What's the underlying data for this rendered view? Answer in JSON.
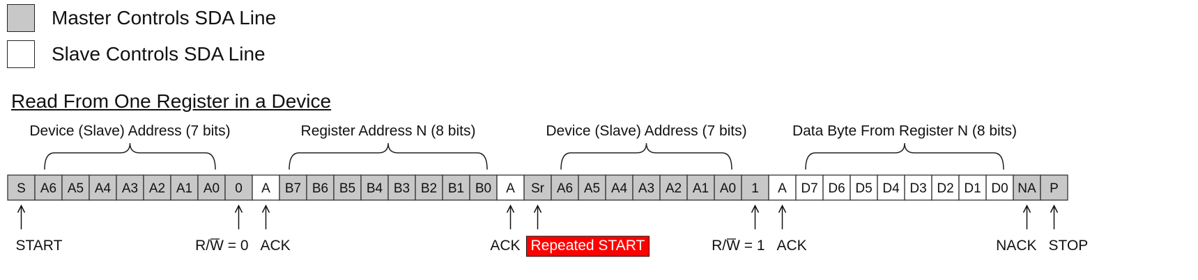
{
  "legend": [
    {
      "label": "Master Controls SDA Line",
      "fill": "#c8c8c8"
    },
    {
      "label": "Slave Controls SDA Line",
      "fill": "#ffffff"
    }
  ],
  "title": "Read From One Register in a Device",
  "colors": {
    "master": "#c8c8c8",
    "slave": "#ffffff",
    "stroke": "#333333",
    "highlight": "#ff0000"
  },
  "cells": [
    {
      "text": "S",
      "m": true
    },
    {
      "text": "A6",
      "m": true
    },
    {
      "text": "A5",
      "m": true
    },
    {
      "text": "A4",
      "m": true
    },
    {
      "text": "A3",
      "m": true
    },
    {
      "text": "A2",
      "m": true
    },
    {
      "text": "A1",
      "m": true
    },
    {
      "text": "A0",
      "m": true
    },
    {
      "text": "0",
      "m": true
    },
    {
      "text": "A",
      "m": false
    },
    {
      "text": "B7",
      "m": true
    },
    {
      "text": "B6",
      "m": true
    },
    {
      "text": "B5",
      "m": true
    },
    {
      "text": "B4",
      "m": true
    },
    {
      "text": "B3",
      "m": true
    },
    {
      "text": "B2",
      "m": true
    },
    {
      "text": "B1",
      "m": true
    },
    {
      "text": "B0",
      "m": true
    },
    {
      "text": "A",
      "m": false
    },
    {
      "text": "Sr",
      "m": true
    },
    {
      "text": "A6",
      "m": true
    },
    {
      "text": "A5",
      "m": true
    },
    {
      "text": "A4",
      "m": true
    },
    {
      "text": "A3",
      "m": true
    },
    {
      "text": "A2",
      "m": true
    },
    {
      "text": "A1",
      "m": true
    },
    {
      "text": "A0",
      "m": true
    },
    {
      "text": "1",
      "m": true
    },
    {
      "text": "A",
      "m": false
    },
    {
      "text": "D7",
      "m": false
    },
    {
      "text": "D6",
      "m": false
    },
    {
      "text": "D5",
      "m": false
    },
    {
      "text": "D4",
      "m": false
    },
    {
      "text": "D3",
      "m": false
    },
    {
      "text": "D2",
      "m": false
    },
    {
      "text": "D1",
      "m": false
    },
    {
      "text": "D0",
      "m": false
    },
    {
      "text": "NA",
      "m": true
    },
    {
      "text": "P",
      "m": true
    }
  ],
  "braces": [
    {
      "label": "Device (Slave) Address (7 bits)",
      "from": 1,
      "to": 7
    },
    {
      "label": "Register Address N (8 bits)",
      "from": 10,
      "to": 17
    },
    {
      "label": "Device (Slave) Address (7 bits)",
      "from": 20,
      "to": 26
    },
    {
      "label": "Data Byte From Register N (8 bits)",
      "from": 29,
      "to": 36
    }
  ],
  "markers": [
    {
      "cell": 0,
      "label": "START",
      "align": "left",
      "highlight": false
    },
    {
      "cell": 8,
      "label": "R/W = 0",
      "align": "right",
      "highlight": false,
      "overline": true
    },
    {
      "cell": 9,
      "label": "ACK",
      "align": "left",
      "highlight": false
    },
    {
      "cell": 18,
      "label": "ACK",
      "align": "right",
      "highlight": false
    },
    {
      "cell": 19,
      "label": "Repeated START",
      "align": "left",
      "highlight": true
    },
    {
      "cell": 27,
      "label": "R/W = 1",
      "align": "right",
      "highlight": false,
      "overline": true
    },
    {
      "cell": 28,
      "label": "ACK",
      "align": "left",
      "highlight": false
    },
    {
      "cell": 37,
      "label": "NACK",
      "align": "right",
      "highlight": false
    },
    {
      "cell": 38,
      "label": "STOP",
      "align": "left",
      "highlight": false
    }
  ]
}
